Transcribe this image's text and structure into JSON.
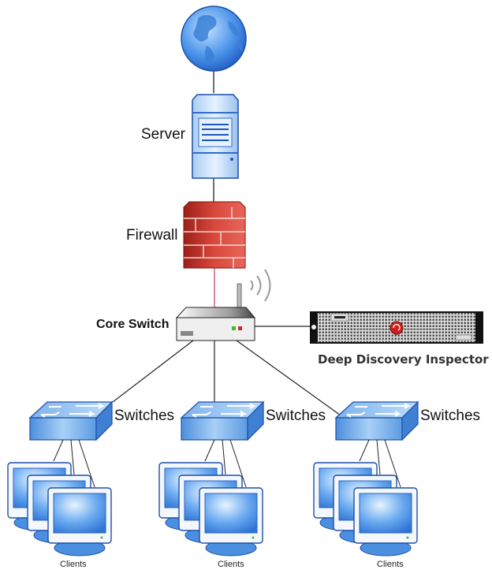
{
  "diagram": {
    "type": "network-topology",
    "nodes": {
      "internet": {
        "icon": "globe-icon"
      },
      "server": {
        "label": "Server",
        "icon": "server-icon"
      },
      "firewall": {
        "label": "Firewall",
        "icon": "firewall-icon"
      },
      "core_switch": {
        "label": "Core Switch",
        "icon": "wireless-router-icon"
      },
      "ddi": {
        "label": "Deep Discovery Inspector",
        "icon": "rack-appliance-icon"
      },
      "switches": [
        {
          "label": "Switches",
          "icon": "network-switch-icon"
        },
        {
          "label": "Switches",
          "icon": "network-switch-icon"
        },
        {
          "label": "Switches",
          "icon": "network-switch-icon"
        }
      ],
      "clients": [
        {
          "label": "Clients",
          "icon": "computer-monitors-icon"
        },
        {
          "label": "Clients",
          "icon": "computer-monitors-icon"
        },
        {
          "label": "Clients",
          "icon": "computer-monitors-icon"
        }
      ]
    },
    "edges": [
      [
        "internet",
        "server"
      ],
      [
        "server",
        "firewall"
      ],
      [
        "firewall",
        "core_switch"
      ],
      [
        "core_switch",
        "ddi"
      ],
      [
        "core_switch",
        "switch-1"
      ],
      [
        "core_switch",
        "switch-2"
      ],
      [
        "core_switch",
        "switch-3"
      ],
      [
        "switch-1",
        "clients-1"
      ],
      [
        "switch-2",
        "clients-2"
      ],
      [
        "switch-3",
        "clients-3"
      ]
    ],
    "colors": {
      "link": "#222222",
      "firewall_link": "#d04a6a",
      "ddi_link": "#777777",
      "device_blue": "#3a7fd6",
      "firewall_red": "#c0332b"
    }
  }
}
